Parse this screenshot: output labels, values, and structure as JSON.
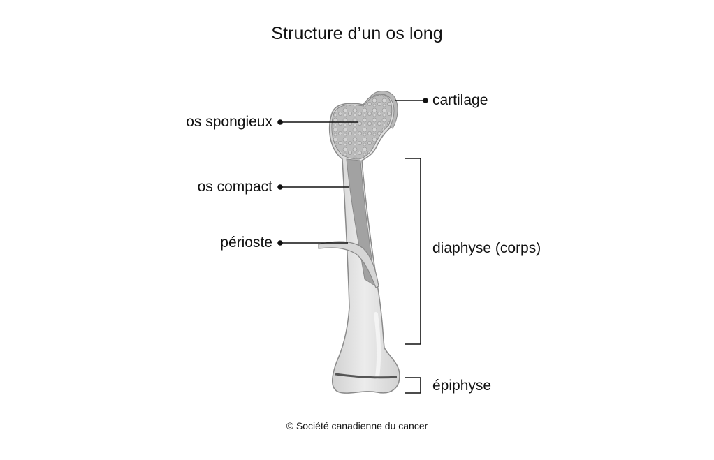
{
  "title": "Structure d’un os long",
  "labels": {
    "cartilage": "cartilage",
    "spongy": "os spongieux",
    "compact": "os compact",
    "periosteum": "périoste",
    "diaphysis": "diaphyse (corps)",
    "epiphysis": "épiphyse"
  },
  "copyright": "© Société canadienne du cancer",
  "colors": {
    "bone_fill": "#e2e2e2",
    "bone_outline": "#8a8a8a",
    "compact_band": "#9e9e9e",
    "spongy": "#b4b4b4",
    "growth_line": "#555555",
    "leader": "#111111"
  }
}
